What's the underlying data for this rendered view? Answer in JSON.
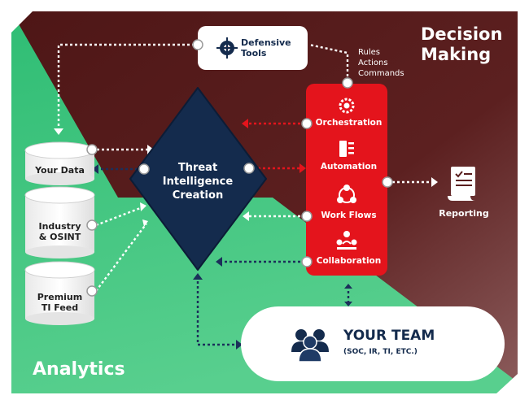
{
  "regions": {
    "decision": "Decision\nMaking",
    "analytics": "Analytics"
  },
  "hub": {
    "label": "Threat\nIntelligence\nCreation"
  },
  "defensive_tools": {
    "label": "Defensive\nTools"
  },
  "rac": {
    "label": "Rules\nActions\nCommands"
  },
  "sources": [
    {
      "label": "Your Data"
    },
    {
      "label": "Industry\n& OSINT"
    },
    {
      "label": "Premium\nTI Feed"
    }
  ],
  "soar": [
    {
      "label": "Orchestration",
      "icon": "gear-icon"
    },
    {
      "label": "Automation",
      "icon": "automation-icon"
    },
    {
      "label": "Work Flows",
      "icon": "workflow-icon"
    },
    {
      "label": "Collaboration",
      "icon": "collaboration-icon"
    }
  ],
  "reporting": {
    "label": "Reporting"
  },
  "team": {
    "title": "YOUR TEAM",
    "subtitle": "(SOC, IR, TI, ETC.)"
  },
  "colors": {
    "decision_bg": "#5a1e1e",
    "analytics_bg": "#3cc27c",
    "hub": "#142b4d",
    "soar_panel": "#e4141c",
    "dark_arrow": "#1b2f5a",
    "red_arrow": "#e4141c"
  }
}
